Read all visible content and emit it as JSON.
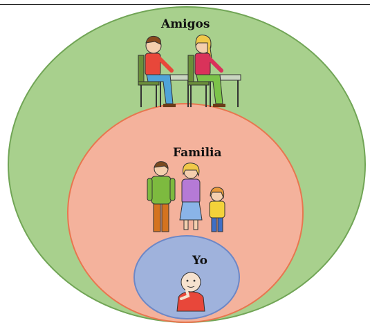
{
  "diagram": {
    "circles": [
      {
        "label": "Amigos",
        "fill": "#a8d08d",
        "stroke": "#71a556"
      },
      {
        "label": "Familia",
        "fill": "#f4b29c",
        "stroke": "#e8764f"
      },
      {
        "label": "Yo",
        "fill": "#9fb2dc",
        "stroke": "#6d87c6"
      }
    ],
    "icons": {
      "friends": "two-children-at-desks-icon",
      "family": "family-of-three-icon",
      "self": "child-pointing-at-self-icon"
    }
  }
}
